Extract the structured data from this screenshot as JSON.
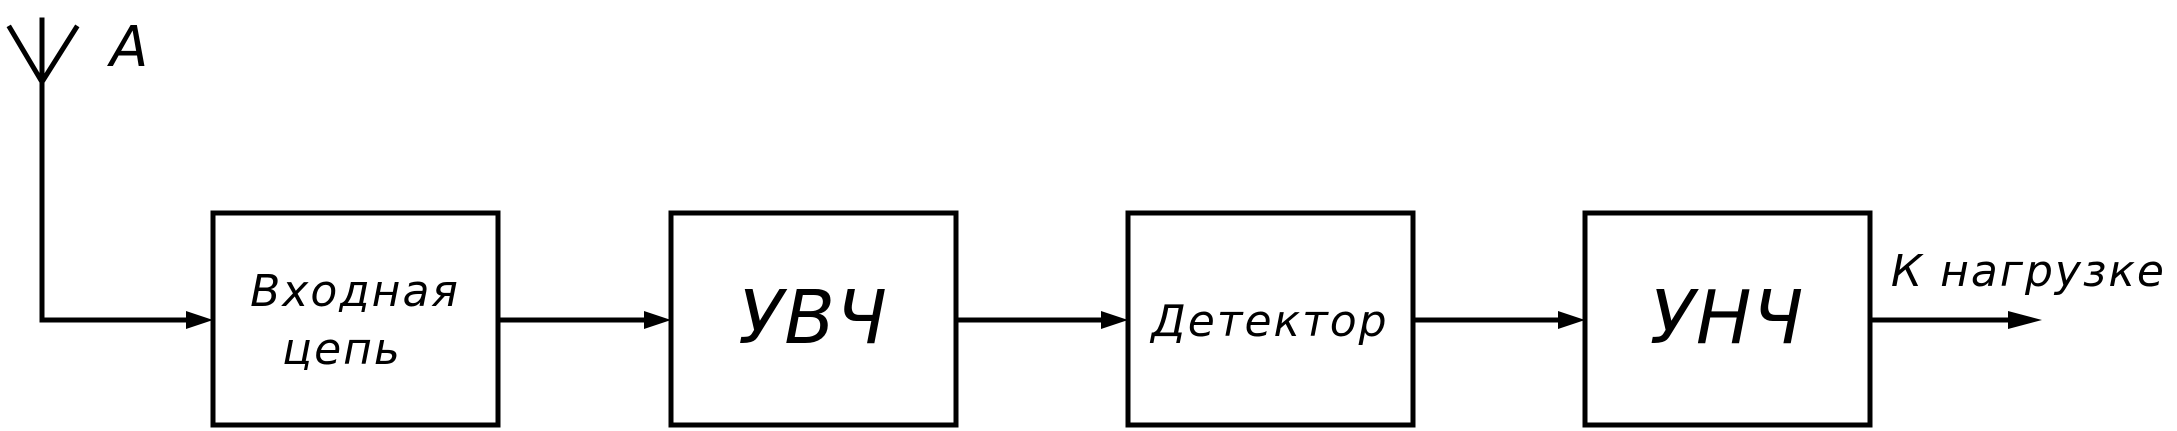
{
  "antenna": {
    "label": "A"
  },
  "blocks": [
    {
      "id": "input-circuit",
      "lines": [
        "Входная",
        "цепь"
      ]
    },
    {
      "id": "rf-amplifier",
      "lines": [
        "УВЧ"
      ]
    },
    {
      "id": "detector",
      "lines": [
        "Детектор"
      ]
    },
    {
      "id": "af-amplifier",
      "lines": [
        "УНЧ"
      ]
    }
  ],
  "output": {
    "label": "К нагрузке"
  }
}
